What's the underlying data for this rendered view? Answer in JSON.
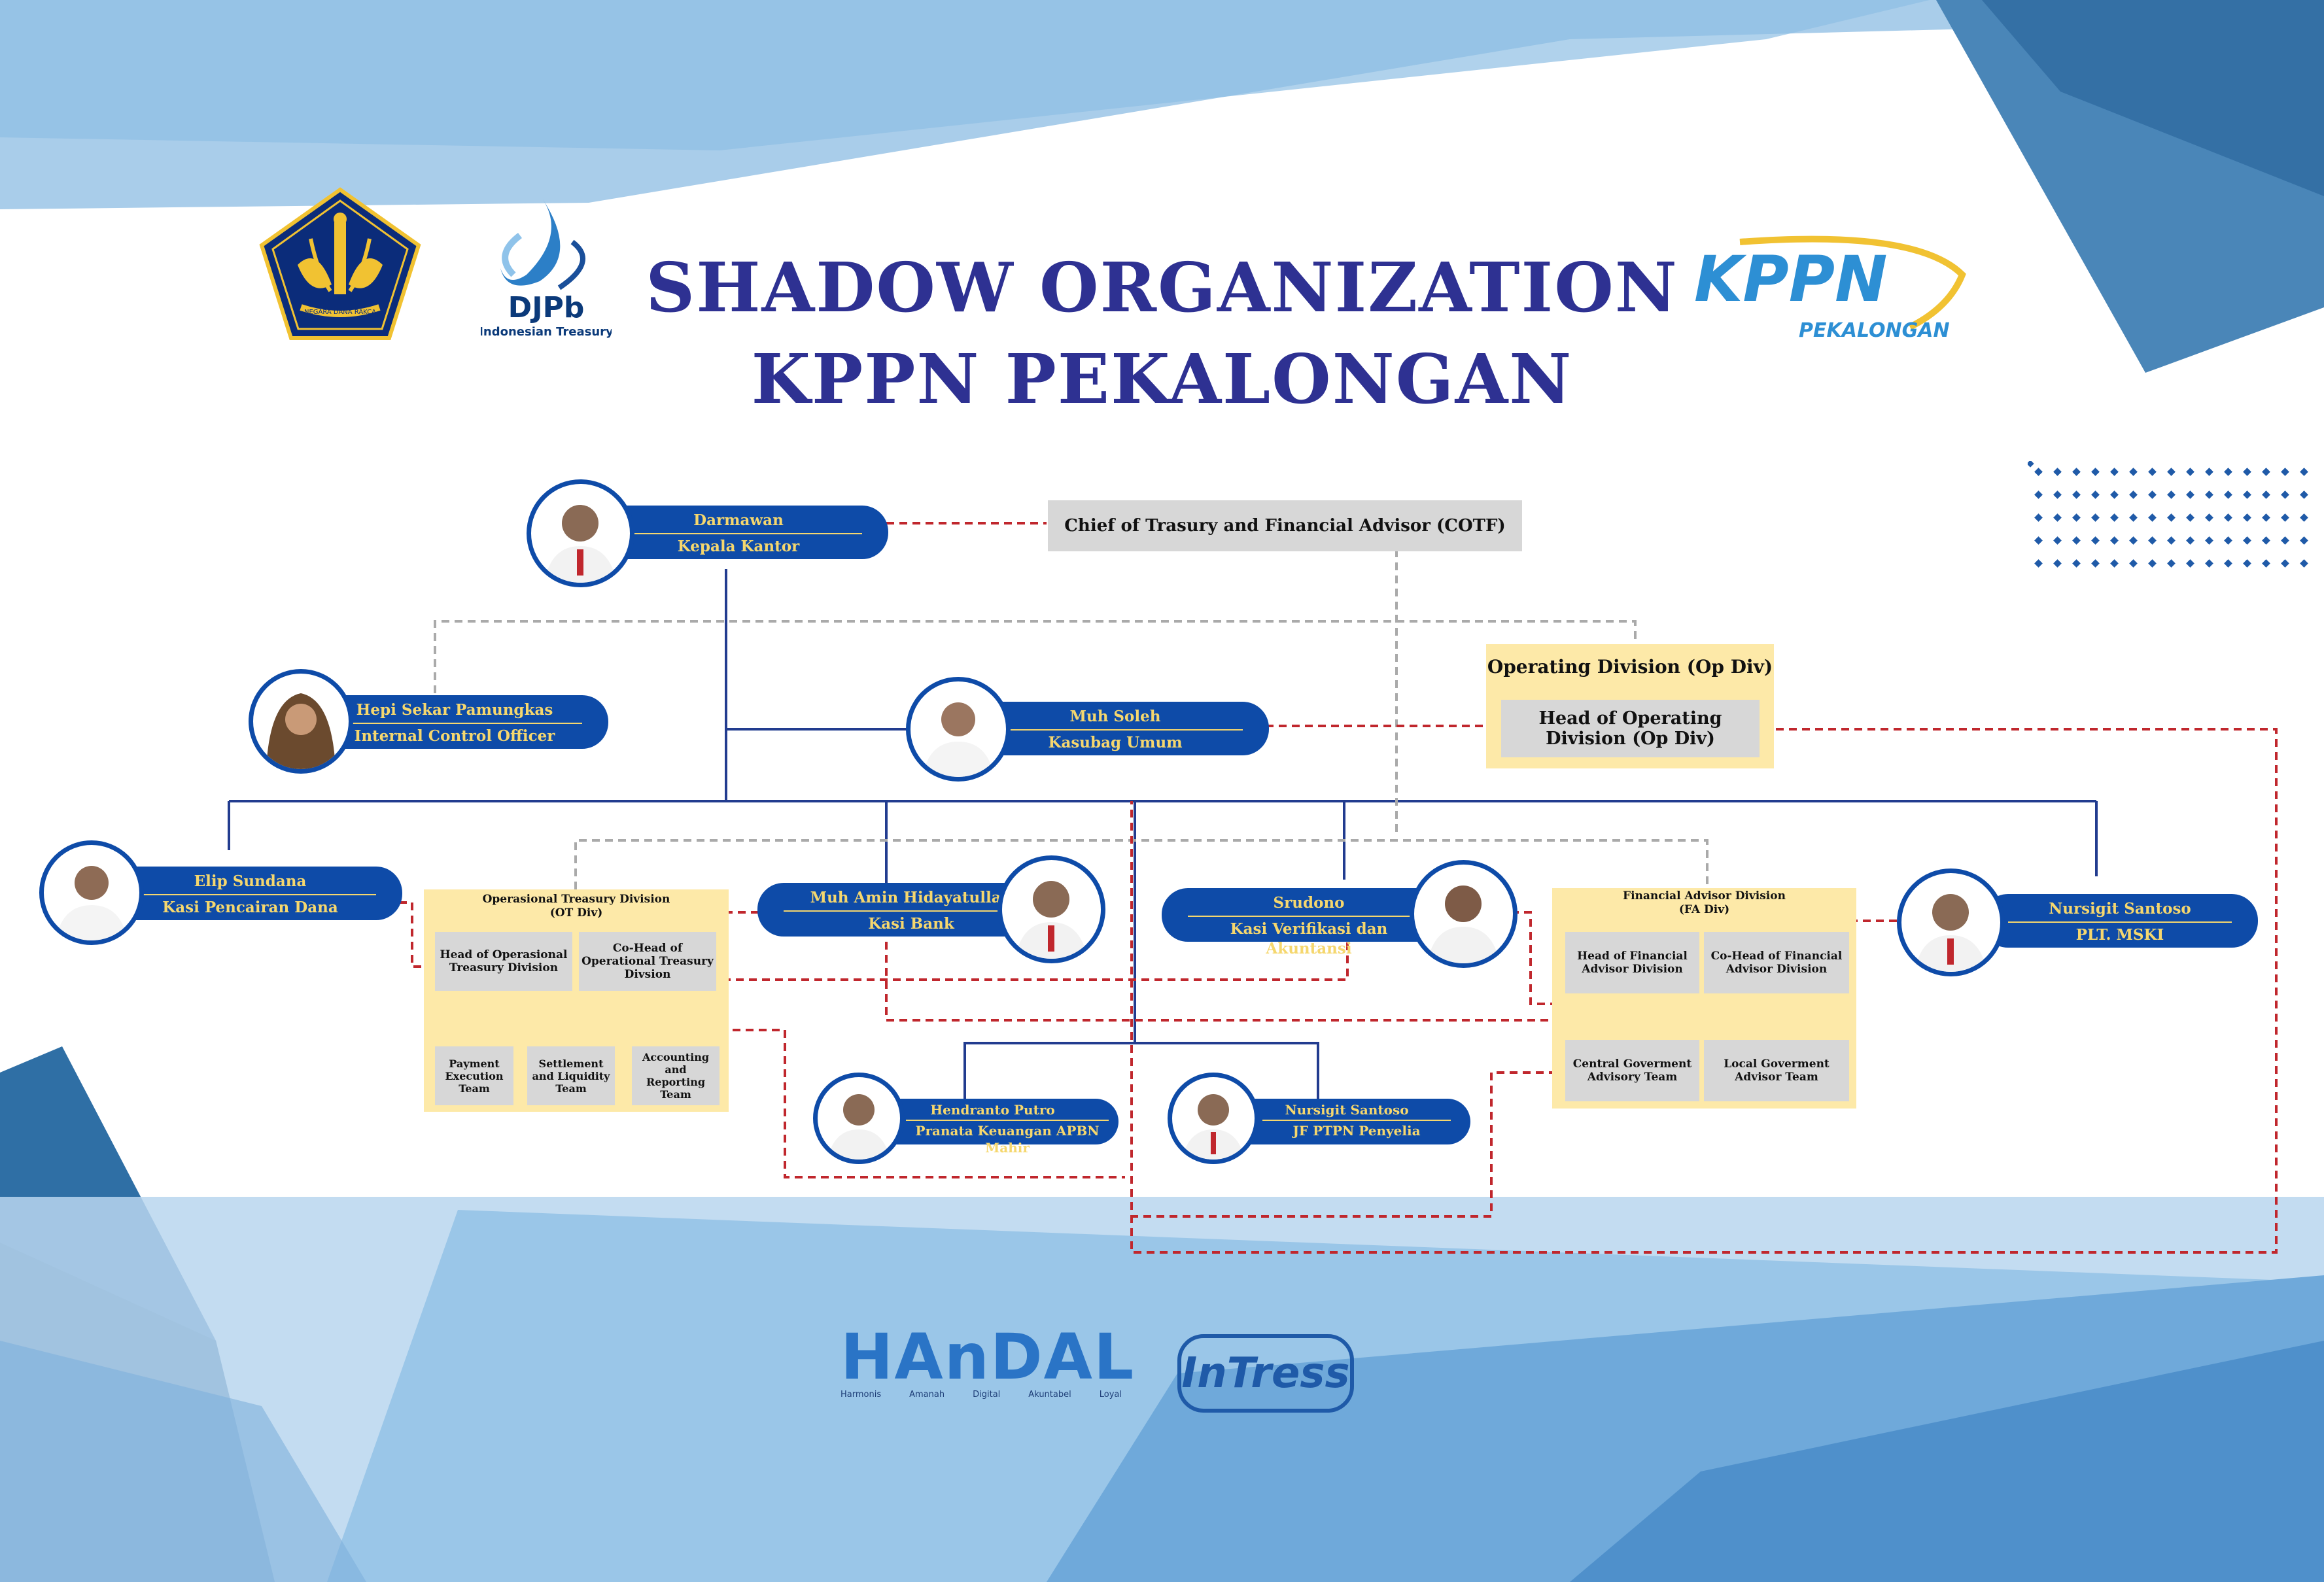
{
  "title": {
    "line1": "SHADOW ORGANIZATION",
    "line2": "KPPN PEKALONGAN"
  },
  "logos": {
    "kemenkeu_text": "NEGARA DANA RAKCA",
    "djpb_name": "DJPb",
    "djpb_sub": "Indonesian Treasury",
    "kppn_name": "KPPN",
    "kppn_sub": "PEKALONGAN",
    "handal_name": "HAnDAL",
    "handal_words": [
      "Harmonis",
      "Amanah",
      "Digital",
      "Akuntabel",
      "Loyal"
    ],
    "intress_name": "InTress"
  },
  "people": {
    "darmawan": {
      "name": "Darmawan",
      "role": "Kepala Kantor"
    },
    "hepi": {
      "name": "Hepi Sekar Pamungkas",
      "role": "Internal Control Officer"
    },
    "soleh": {
      "name": "Muh Soleh",
      "role": "Kasubag Umum"
    },
    "elip": {
      "name": "Elip Sundana",
      "role": "Kasi Pencairan Dana"
    },
    "amin": {
      "name": "Muh Amin Hidayatullah",
      "role": "Kasi Bank"
    },
    "srudono": {
      "name": "Srudono",
      "role": "Kasi Verifikasi dan Akuntansi"
    },
    "nursigit1": {
      "name": "Nursigit Santoso",
      "role": "PLT. MSKI"
    },
    "hendranto": {
      "name": "Hendranto Putro",
      "role": "Pranata Keuangan APBN Mahir"
    },
    "nursigit2": {
      "name": "Nursigit Santoso",
      "role": "JF PTPN Penyelia"
    }
  },
  "cotf": "Chief of Trasury and Financial Advisor (COTF)",
  "opdiv": {
    "title": "Operating Division (Op Div)",
    "head": "Head of Operating Division (Op Div)"
  },
  "otdiv": {
    "title1": "Operasional Treasury Division",
    "title2": "(OT Div)",
    "head": "Head of Operasional Treasury Division",
    "cohead": "Co-Head of Operational Treasury Divsion",
    "teams": [
      "Payment Execution Team",
      "Settlement and Liquidity Team",
      "Accounting and Reporting Team"
    ]
  },
  "fadiv": {
    "title1": "Financial Advisor Division",
    "title2": "(FA Div)",
    "head": "Head of Financial Advisor Division",
    "cohead": "Co-Head of Financial Advisor Division",
    "teams": [
      "Central Goverment Advisory Team",
      "Local Goverment Advisor Team"
    ]
  },
  "colors": {
    "navy": "#0e4ba8",
    "gold": "#f5d76e",
    "title": "#2e3192",
    "yellow_box": "#fde9a8",
    "grey_box": "#d7d7d7",
    "dash_red": "#c0272d",
    "dash_grey": "#aaaaaa"
  }
}
